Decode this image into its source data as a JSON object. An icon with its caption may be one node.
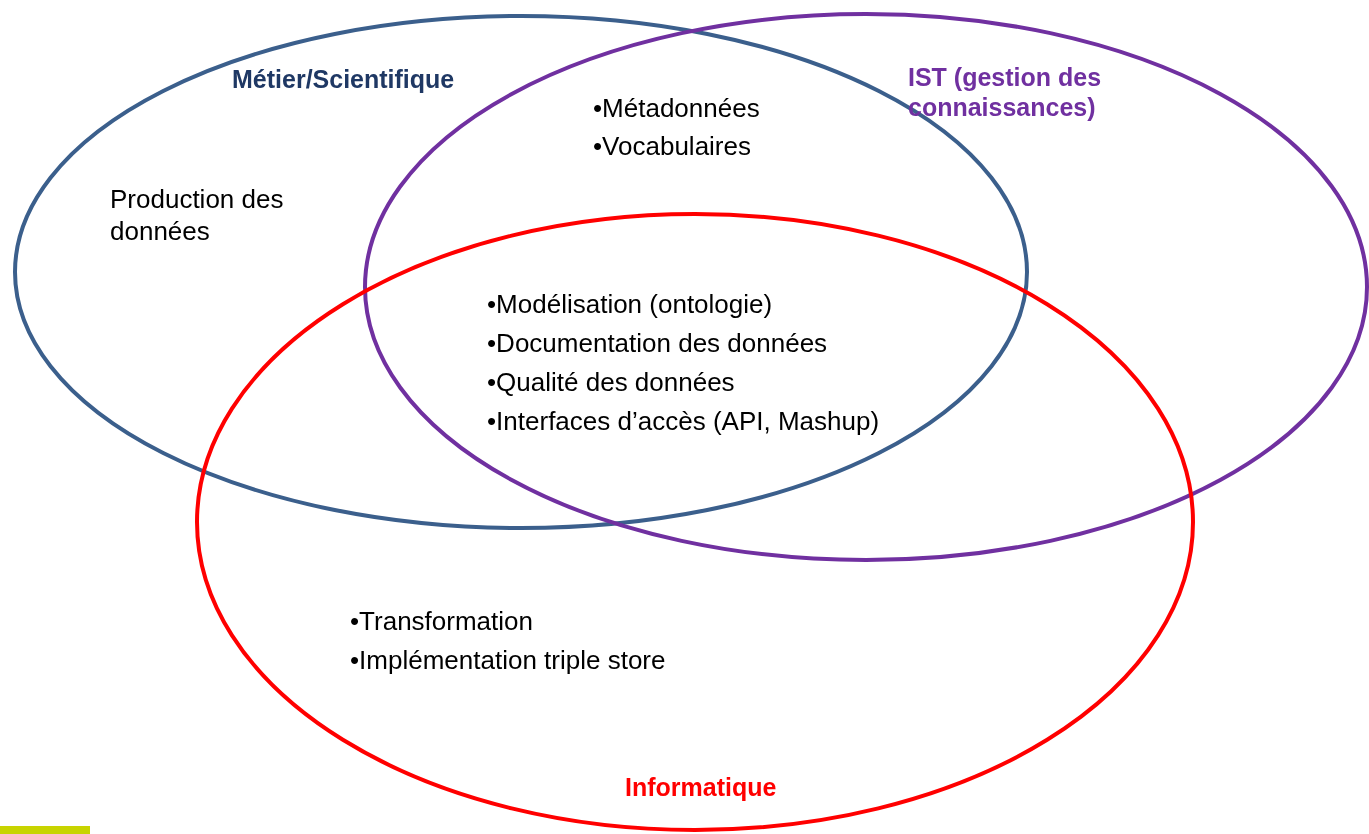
{
  "diagram": {
    "nodes": [
      {
        "text": [
          "Métier/Scientifique",
          "Production des données"
        ]
      },
      {
        "text": [
          "IST (gestion des connaissances)"
        ]
      },
      {
        "text": [
          "Informatique",
          "•Transformation",
          "•Implémentation triple store"
        ]
      }
    ],
    "labels": [
      "•Métadonnées",
      "•Vocabulaires",
      "•Modélisation (ontologie)",
      "•Documentation des données",
      "•Qualité des données",
      "•Interfaces d’accès (API, Mashup)"
    ]
  }
}
